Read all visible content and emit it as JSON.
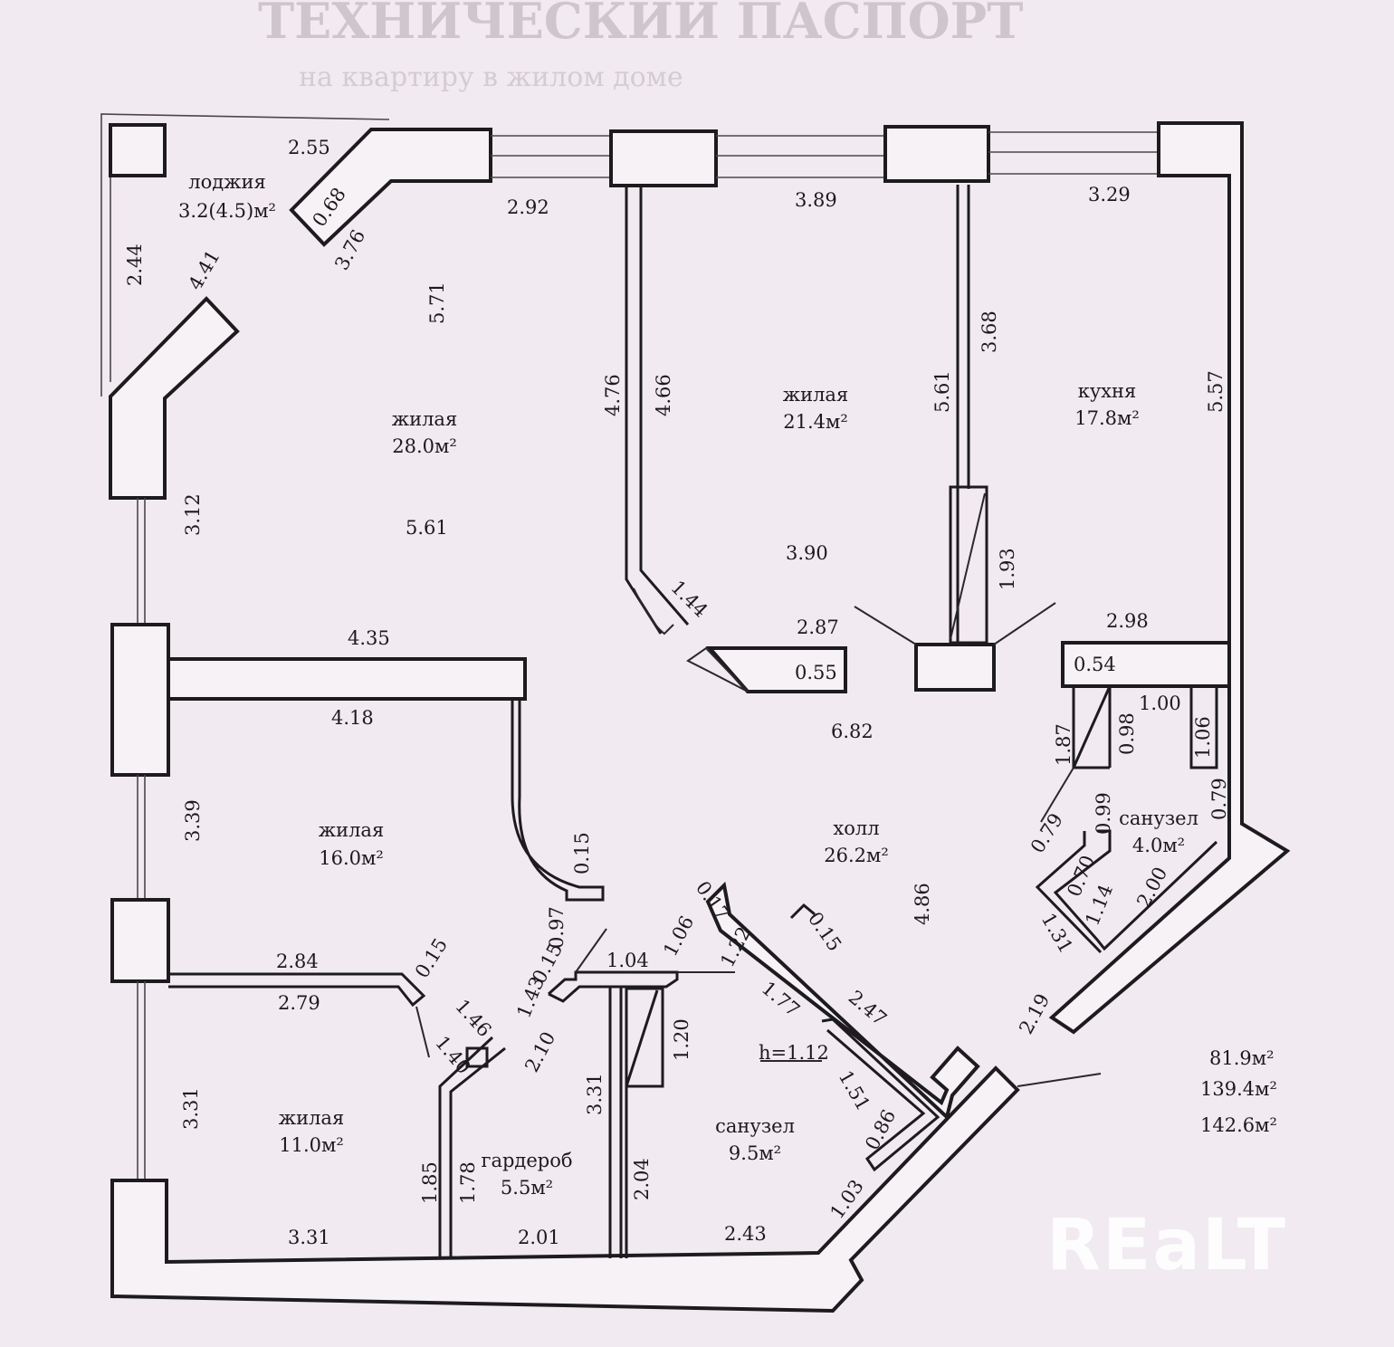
{
  "header_faded": {
    "line1": "ТЕХНИЧЕСКИЙ ПАСПОРТ",
    "line2": "на квартиру в жилом доме"
  },
  "rooms": {
    "loggia": {
      "name": "лоджия",
      "area": "3.2(4.5)м²"
    },
    "living_28": {
      "name": "жилая",
      "area": "28.0м²"
    },
    "living_21": {
      "name": "жилая",
      "area": "21.4м²"
    },
    "kitchen": {
      "name": "кухня",
      "area": "17.8м²"
    },
    "living_16": {
      "name": "жилая",
      "area": "16.0м²"
    },
    "hall": {
      "name": "холл",
      "area": "26.2м²"
    },
    "bath_small": {
      "name": "санузел",
      "area": "4.0м²"
    },
    "living_11": {
      "name": "жилая",
      "area": "11.0м²"
    },
    "wardrobe": {
      "name": "гардероб",
      "area": "5.5м²"
    },
    "bath_big": {
      "name": "санузел",
      "area": "9.5м²"
    }
  },
  "dimensions": {
    "d_2_55": "2.55",
    "d_0_68": "0.68",
    "d_3_76": "3.76",
    "d_2_44": "2.44",
    "d_4_41": "4.41",
    "d_2_92": "2.92",
    "d_5_71": "5.71",
    "d_3_12": "3.12",
    "d_5_61_a": "5.61",
    "d_3_89": "3.89",
    "d_4_76": "4.76",
    "d_4_66": "4.66",
    "d_3_90": "3.90",
    "d_1_44": "1.44",
    "d_2_87": "2.87",
    "d_0_55": "0.55",
    "d_3_29": "3.29",
    "d_5_61_b": "5.61",
    "d_3_68": "3.68",
    "d_1_93": "1.93",
    "d_5_57": "5.57",
    "d_2_98": "2.98",
    "d_0_54": "0.54",
    "d_4_35": "4.35",
    "d_4_18": "4.18",
    "d_6_82": "6.82",
    "d_3_39": "3.39",
    "d_0_15_a": "0.15",
    "d_1_87": "1.87",
    "d_0_98": "0.98",
    "d_1_00": "1.00",
    "d_1_06_a": "1.06",
    "d_0_79_a": "0.79",
    "d_0_99": "0.99",
    "d_0_79_b": "0.79",
    "d_0_70": "0.70",
    "d_1_14": "1.14",
    "d_2_00": "2.00",
    "d_1_31": "1.31",
    "d_2_19": "2.19",
    "d_4_86": "4.86",
    "d_0_97": "0.97",
    "d_0_17": "0.17",
    "d_0_15_b": "0.15",
    "d_2_84": "2.84",
    "d_0_15_c": "0.15",
    "d_2_79": "2.79",
    "d_0_15_d": "0.15",
    "d_1_04": "1.04",
    "d_1_06_b": "1.06",
    "d_1_22": "1.22",
    "d_1_43": "1.43",
    "d_1_46": "1.46",
    "d_1_40": "1.40",
    "d_2_10": "2.10",
    "d_1_77": "1.77",
    "d_2_47": "2.47",
    "d_1_20": "1.20",
    "d_h": "h=1.12",
    "d_1_51": "1.51",
    "d_0_86": "0.86",
    "d_3_31_a": "3.31",
    "d_3_31_b": "3.31",
    "d_1_85": "1.85",
    "d_1_78": "1.78",
    "d_2_04": "2.04",
    "d_1_03": "1.03",
    "d_3_31_c": "3.31",
    "d_2_01": "2.01",
    "d_2_43": "2.43"
  },
  "totals": {
    "living": "81.9м²",
    "total": "139.4м²",
    "total_with_loggia": "142.6м²"
  },
  "watermark": "REaLT",
  "colors": {
    "paper": "#f1eaf0",
    "wall_fill": "#f6f2f5",
    "ink": "#1d1b1e"
  }
}
